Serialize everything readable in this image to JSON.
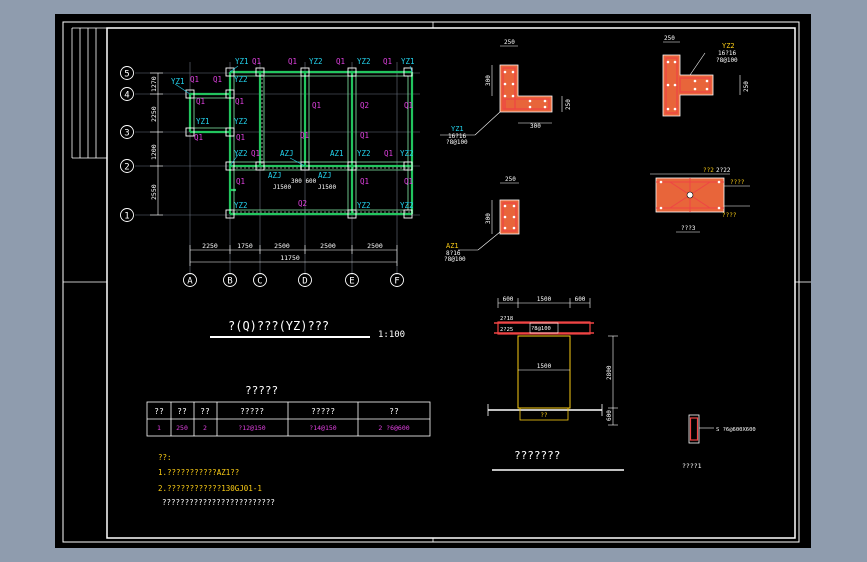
{
  "colors": {
    "background": "#8f9cae",
    "canvas": "#000000",
    "frame": "#ffffff",
    "wall": "#22c55e",
    "wall_inner": "#86efac",
    "label_magenta": "#e040e0",
    "label_cyan": "#22d3ee",
    "label_white": "#ffffff",
    "dim_line": "#9ca3af",
    "rebar_red": "#ef4444",
    "column_orange": "#e8653a",
    "yellow": "#facc15",
    "axis_circle": "#ffffff"
  },
  "plan": {
    "axis_rows": [
      "5",
      "4",
      "3",
      "2",
      "1"
    ],
    "axis_cols": [
      "A",
      "B",
      "C",
      "D",
      "E",
      "F"
    ],
    "dims_left": [
      "1270",
      "2250",
      "1200",
      "2550"
    ],
    "dims_bottom": [
      "2250",
      "1750",
      "2500",
      "2500",
      "2500"
    ],
    "dim_total": "11750",
    "tags": {
      "q1": "Q1",
      "q2": "Q2",
      "yz1": "YZ1",
      "yz2": "YZ2",
      "azj": "AZJ",
      "az1": "AZ1",
      "opening_a": "J1500",
      "opening_b": "300 600",
      "opening_c": "J1500"
    },
    "title": "?(Q)???(YZ)???",
    "scale": "1:100"
  },
  "details": {
    "yz1": {
      "tag": "YZ1",
      "rebar": "16?16",
      "stirrup": "?8@100",
      "dim_top": "250",
      "dim_left": "300",
      "dim_right": "250",
      "dim_bottom": "300"
    },
    "yz2": {
      "tag": "YZ2",
      "rebar": "16?16",
      "stirrup": "?8@100",
      "dim_top": "250",
      "dim_right": "250"
    },
    "az1": {
      "tag": "AZ1",
      "rebar": "8?16",
      "stirrup": "?8@100",
      "dim_top": "250",
      "dim_left": "300"
    },
    "wall_section": {
      "label": "??2",
      "top_note": "2?22",
      "side_note": "????",
      "bottom_note": "????"
    },
    "wall_section_caption": "???3",
    "doorway": {
      "dim_top_left": "600",
      "dim_top_mid": "1500",
      "dim_top_right": "600",
      "lintel_top": "2?18",
      "lintel_bottom": "2?25",
      "lintel_stirrup": "?8@100",
      "opening_width": "1500",
      "height": "2800",
      "floor_label": "??",
      "base_dim": "600",
      "caption": "???????"
    },
    "small_detail": {
      "note": "S  ?6@600X600",
      "caption": "????1"
    }
  },
  "table": {
    "title": "?????",
    "headers": [
      "??",
      "??",
      "??",
      "?????",
      "?????",
      "??"
    ],
    "row": [
      "1",
      "250",
      "2",
      "?12@150",
      "?14@150",
      "2  ?6@600"
    ]
  },
  "notes": {
    "heading": "??:",
    "line1": "1.???????????AZ1??",
    "line2": "2.????????????130GJ01-1",
    "line3": "?????????????????????????"
  }
}
